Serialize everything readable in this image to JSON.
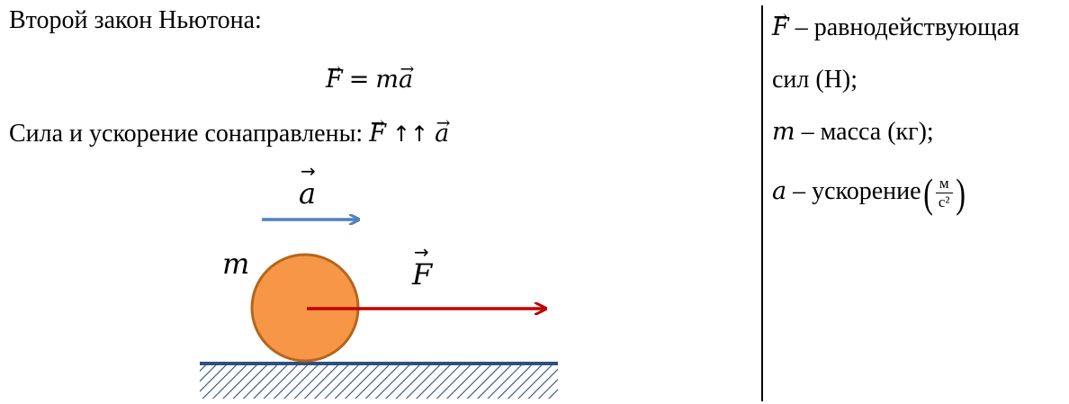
{
  "left": {
    "heading": "Второй закон Ньютона:",
    "formula": {
      "force_symbol": "F",
      "equals": "=",
      "mass_symbol": "m",
      "accel_symbol": "a"
    },
    "codirection": {
      "text": "Сила и ускорение сонаправлены:",
      "force_symbol": "F",
      "relation": "↑↑",
      "accel_symbol": "a"
    }
  },
  "figure": {
    "accel_label": "a",
    "mass_label": "m",
    "force_label": "F",
    "colors": {
      "ball_fill": "#f79646",
      "ball_stroke": "#b5651d",
      "force_arrow": "#c00000",
      "accel_arrow": "#4f81bd",
      "ground": "#2f4f7f"
    }
  },
  "legend": {
    "force": {
      "symbol": "F",
      "dash": "–",
      "line1": "равнодействующая",
      "line2": "сил (Н);"
    },
    "mass": {
      "symbol": "m",
      "dash": "–",
      "text": "масса (кг);"
    },
    "accel": {
      "symbol": "a",
      "dash": "–",
      "text": "ускорение",
      "unit_num": "м",
      "unit_den": "с²"
    }
  }
}
